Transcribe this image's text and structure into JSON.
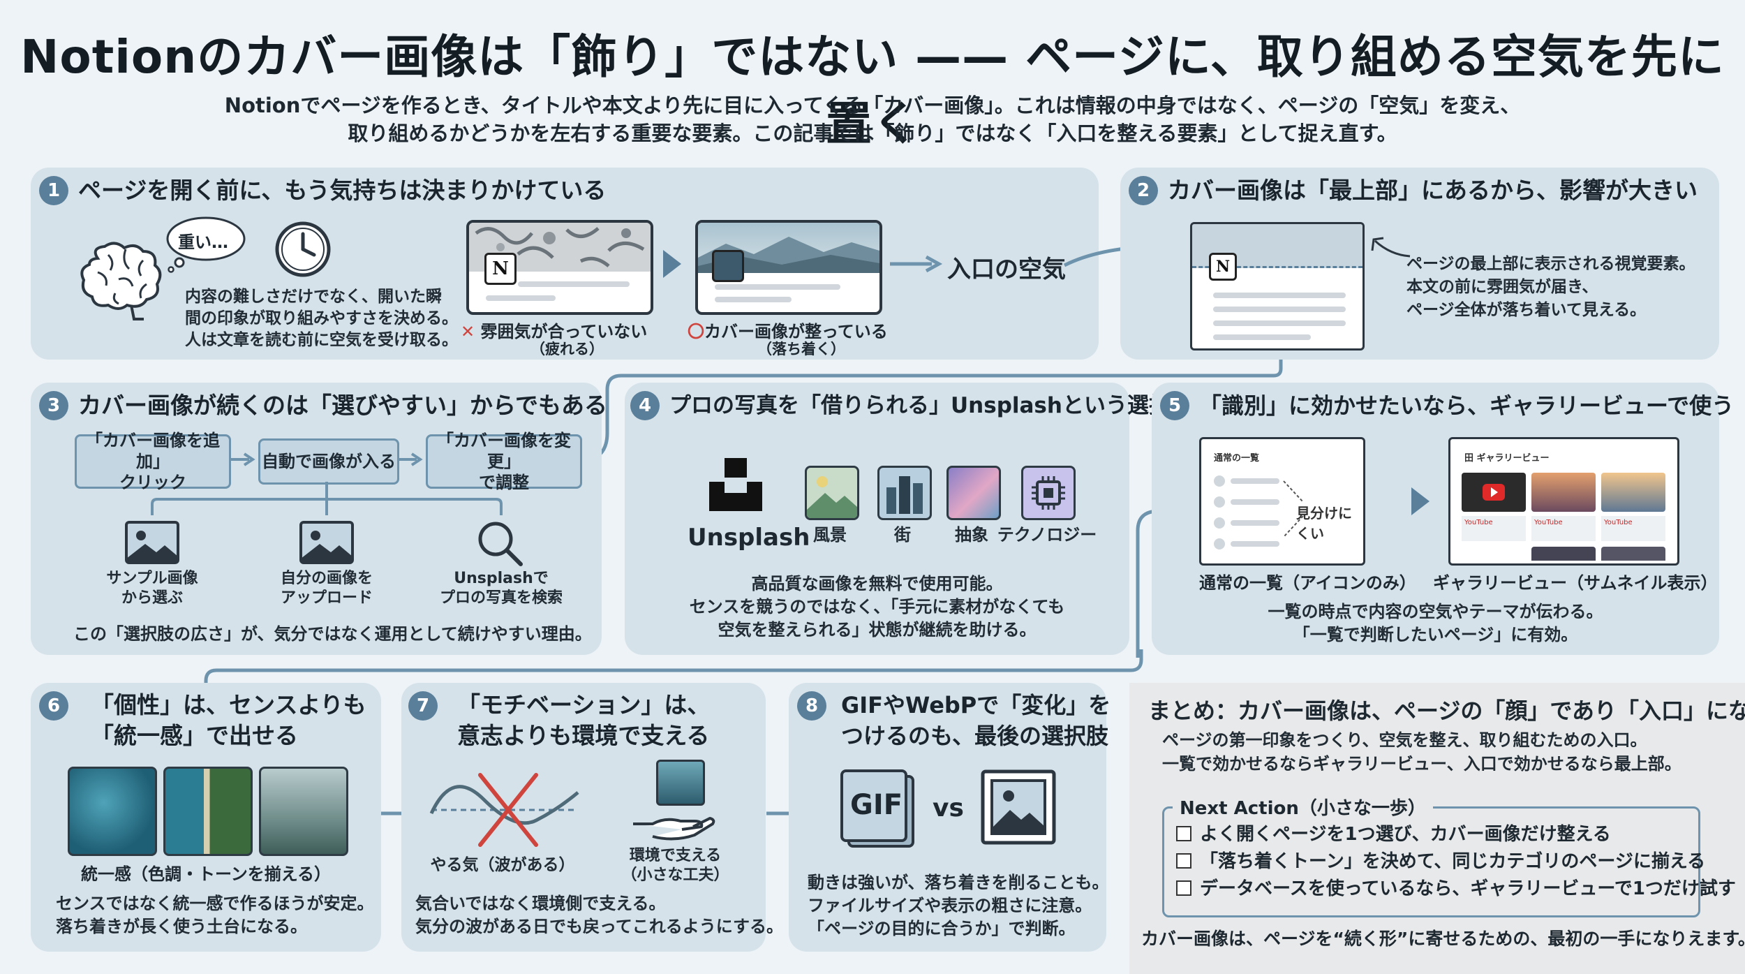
{
  "header": {
    "title": "Notionのカバー画像は「飾り」ではない —— ページに、取り組める空気を先に置く",
    "lead_1": "Notionでページを作るとき、タイトルや本文より先に目に入ってくる「カバー画像」。これは情報の中身ではなく、ページの「空気」を変え、",
    "lead_2": "取り組めるかどうかを左右する重要な要素。この記事では「飾り」ではなく「入口を整える要素」として捉え直す。"
  },
  "s1": {
    "num": "1",
    "title": "ページを開く前に、もう気持ちは決まりかけている",
    "bubble": "重い…",
    "body": [
      "内容の難しさだけでなく、開いた瞬",
      "間の印象が取り組みやすさを決める。",
      "人は文章を読む前に空気を受け取る。"
    ],
    "bad_mark": "✕",
    "bad_label": "雰囲気が合っていない",
    "bad_sub": "（疲れる）",
    "good_mark": "〇",
    "good_label": "カバー画像が整っている",
    "good_sub": "（落ち着く）",
    "arrow_label": "入口の空気"
  },
  "s2": {
    "num": "2",
    "title": "カバー画像は「最上部」にあるから、影響が大きい",
    "note": [
      "ページの最上部に表示される視覚要素。",
      "本文の前に雰囲気が届き、",
      "ページ全体が落ち着いて見える。"
    ]
  },
  "s3": {
    "num": "3",
    "title": "カバー画像が続くのは「選びやすい」からでもある",
    "flow": [
      "「カバー画像を追加」\nクリック",
      "自動で画像が入る",
      "「カバー画像を変更」\nで調整"
    ],
    "opts": [
      "サンプル画像\nから選ぶ",
      "自分の画像を\nアップロード",
      "Unsplashで\nプロの写真を検索"
    ],
    "footer": "この「選択肢の広さ」が、気分ではなく運用として続けやすい理由。"
  },
  "s4": {
    "num": "4",
    "title": "プロの写真を「借りられる」Unsplashという選択肢",
    "brand": "Unsplash",
    "cats": [
      "風景",
      "街",
      "抽象",
      "テクノロジー"
    ],
    "body": [
      "高品質な画像を無料で使用可能。",
      "センスを競うのではなく、「手元に素材がなくても",
      "空気を整えられる」状態が継続を助ける。"
    ]
  },
  "s5": {
    "num": "5",
    "title": "「識別」に効かせたいなら、ギャラリービューで使う",
    "list_header": "通常の一覧",
    "hard_label": "見分けにくい",
    "gallery_header": "田 ギャラリービュー",
    "yt": "YouTube",
    "cap_list": "通常の一覧（アイコンのみ）",
    "cap_gallery": "ギャラリービュー（サムネイル表示）",
    "body": [
      "一覧の時点で内容の空気やテーマが伝わる。",
      "「一覧で判断したいページ」に有効。"
    ]
  },
  "s6": {
    "num": "6",
    "title": [
      "「個性」は、センスよりも",
      "「統一感」で出せる"
    ],
    "caption": "統一感（色調・トーンを揃える）",
    "body": [
      "センスではなく統一感で作るほうが安定。",
      "落ち着きが長く使う土台になる。"
    ]
  },
  "s7": {
    "num": "7",
    "title": [
      "「モチベーション」は、",
      "意志よりも環境で支える"
    ],
    "cap_wave": "やる気（波がある）",
    "cap_env": "環境で支える\n（小さな工夫）",
    "body": [
      "気合いではなく環境側で支える。",
      "気分の波がある日でも戻ってこれるようにする。"
    ]
  },
  "s8": {
    "num": "8",
    "title": [
      "GIFやWebPで「変化」を",
      "つけるのも、最後の選択肢"
    ],
    "gif": "GIF",
    "vs": "vs",
    "body": [
      "動きは強いが、落ち着きを削ることも。",
      "ファイルサイズや表示の粗さに注意。",
      "「ページの目的に合うか」で判断。"
    ]
  },
  "summary": {
    "title": "まとめ：カバー画像は、ページの「顔」であり「入口」になる",
    "body": [
      "ページの第一印象をつくり、空気を整え、取り組むための入口。",
      "一覧で効かせるならギャラリービュー、入口で効かせるなら最上部。"
    ],
    "next_title": "Next Action（小さな一歩）",
    "next_items": [
      "よく開くページを1つ選び、カバー画像だけ整える",
      "「落ち着くトーン」を決めて、同じカテゴリのページに揃える",
      "データベースを使っているなら、ギャラリービューで1つだけ試す"
    ],
    "closing": "カバー画像は、ページを“続く形”に寄せるための、最初の一手になりえます。"
  },
  "colors": {
    "panel": "#d5e2ea",
    "accent": "#5a7f9a",
    "connector": "#6d93ad",
    "bad": "#d0443e"
  }
}
